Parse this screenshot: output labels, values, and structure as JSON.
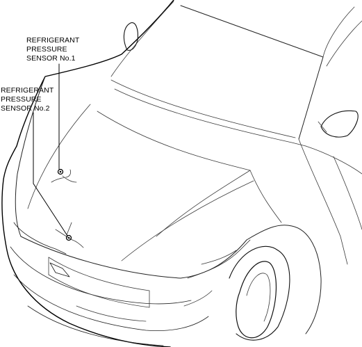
{
  "callouts": {
    "sensor_1": {
      "line1": "REFRIGERANT",
      "line2": "PRESSURE",
      "line3": "SENSOR No.1"
    },
    "sensor_2": {
      "line1": "REFRIGERANT",
      "line2": "PRESSURE",
      "line3": "SENSOR No.2"
    }
  },
  "colors": {
    "outline": "#000000",
    "detail": "#4a4a4a",
    "background": "#ffffff"
  }
}
